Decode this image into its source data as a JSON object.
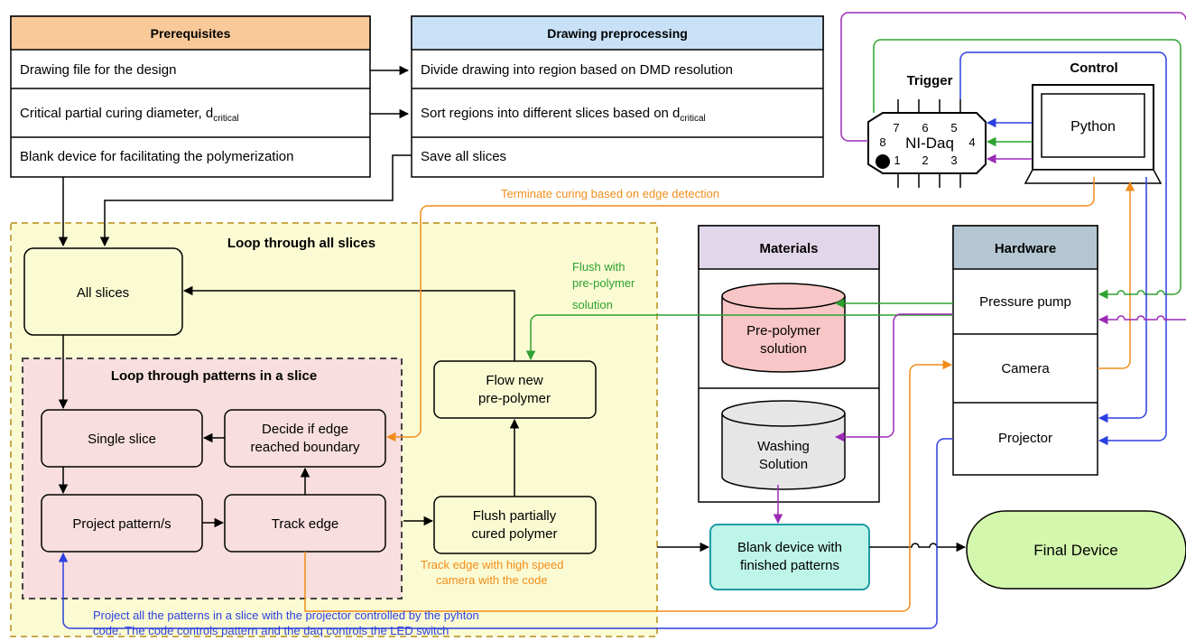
{
  "prerequisites": {
    "header": "Prerequisites",
    "rows": [
      "Drawing file for the design",
      "Critical partial curing diameter, d",
      "Blank device for facilitating the polymerization"
    ],
    "subscript": "critical"
  },
  "drawing": {
    "header": "Drawing preprocessing",
    "rows": [
      "Divide drawing into region based on DMD resolution",
      "Sort regions into different slices based on d",
      "Save all slices"
    ],
    "subscript": "critical"
  },
  "trigger": {
    "title": "Trigger",
    "device": "NI-Daq",
    "pins": [
      "7",
      "6",
      "5",
      "8",
      "4",
      "1",
      "2",
      "3"
    ]
  },
  "control": {
    "title": "Control",
    "app": "Python"
  },
  "loop_slices": {
    "title": "Loop through all slices"
  },
  "loop_patterns": {
    "title": "Loop through patterns in a slice"
  },
  "nodes": {
    "all_slices": "All slices",
    "single_slice": "Single slice",
    "decide_1": "Decide if edge",
    "decide_2": "reached boundary",
    "project": "Project pattern/s",
    "track": "Track edge",
    "flow_1": "Flow new",
    "flow_2": "pre-polymer",
    "flush_1": "Flush partially",
    "flush_2": "cured polymer",
    "blank_1": "Blank device with",
    "blank_2": "finished patterns",
    "final": "Final Device"
  },
  "materials": {
    "header": "Materials",
    "pre_1": "Pre-polymer",
    "pre_2": "solution",
    "wash_1": "Washing",
    "wash_2": "Solution"
  },
  "hardware": {
    "header": "Hardware",
    "rows": [
      "Pressure pump",
      "Camera",
      "Projector"
    ]
  },
  "annotations": {
    "terminate": "Terminate curing based on edge detection",
    "flush_1": "Flush with",
    "flush_2": "pre-polymer",
    "flush_3": "solution",
    "track_1": "Track edge with high speed",
    "track_2": "camera with the code",
    "project_1": "Project all the patterns in a slice with the projector controlled by the pyhton",
    "project_2": "code. The code controls pattern and the daq controls the LED switch"
  },
  "colors": {
    "orange": "#F08C1A",
    "green": "#2EA12E",
    "blue": "#2B3FE0",
    "purple": "#9B2AB5",
    "prereq_fill": "#F9C99A",
    "drawing_fill": "#C9E1F7",
    "slices_fill": "#FBFBD3",
    "patterns_fill": "#F8DEDE",
    "materials_fill": "#E2D6EA",
    "hardware_fill": "#B4C6D2",
    "pre_fill": "#F8C6C6",
    "wash_fill": "#E6E6E6",
    "blank_fill": "#BDF5E8",
    "final_fill": "#D3F7AC"
  }
}
